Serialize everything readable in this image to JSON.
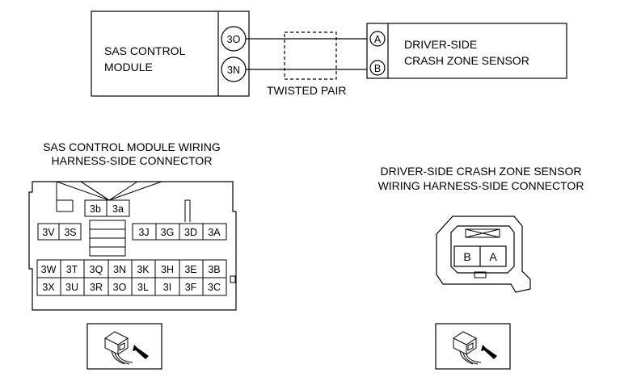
{
  "top": {
    "module_line1": "SAS CONTROL",
    "module_line2": "MODULE",
    "pin_upper": "3O",
    "pin_lower": "3N",
    "sensor_line1": "DRIVER-SIDE",
    "sensor_line2": "CRASH ZONE SENSOR",
    "term_a": "A",
    "term_b": "B",
    "twisted_pair": "TWISTED PAIR"
  },
  "left_connector": {
    "title_line1": "SAS CONTROL MODULE WIRING",
    "title_line2": "HARNESS-SIDE CONNECTOR",
    "top_pins": [
      "3b",
      "3a"
    ],
    "row1_left": [
      "3V",
      "3S"
    ],
    "row1_right": [
      "3J",
      "3G",
      "3D",
      "3A"
    ],
    "row2": [
      "3W",
      "3T",
      "3Q",
      "3N",
      "3K",
      "3H",
      "3E",
      "3B"
    ],
    "row3": [
      "3X",
      "3U",
      "3R",
      "3O",
      "3L",
      "3I",
      "3F",
      "3C"
    ]
  },
  "right_connector": {
    "title_line1": "DRIVER-SIDE CRASH ZONE SENSOR",
    "title_line2": "WIRING HARNESS-SIDE CONNECTOR",
    "pins": [
      "B",
      "A"
    ]
  }
}
